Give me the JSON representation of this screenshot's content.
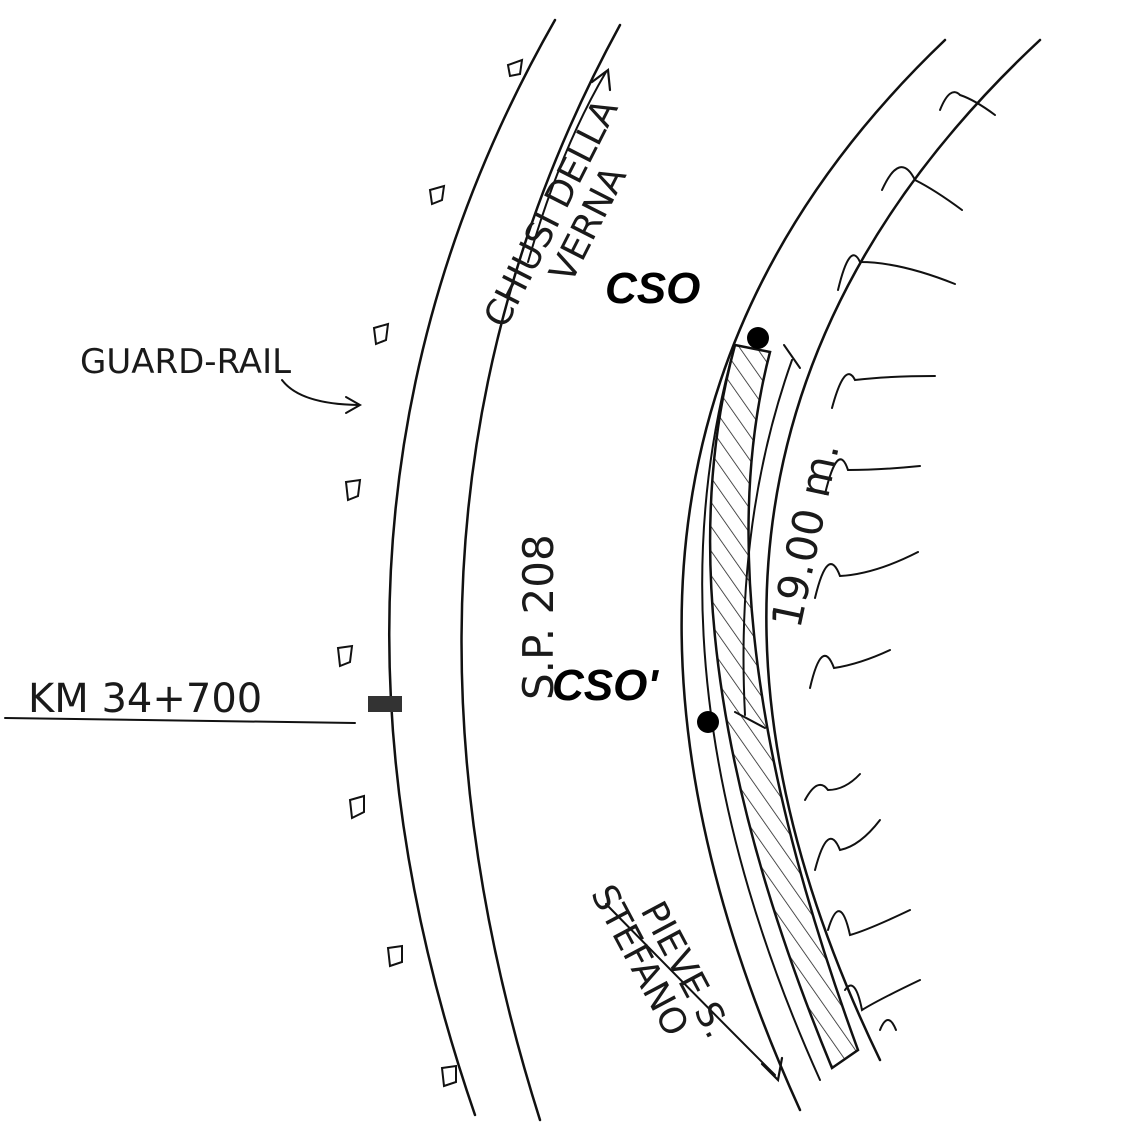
{
  "labels": {
    "guard_rail": "GUARD-RAIL",
    "km": "KM 34+700",
    "direction_north_line1": "CHIUSI DELLA",
    "direction_north_line2": "VERNA",
    "road": "S.P. 208",
    "cso_top": "CSO",
    "cso_bottom": "CSO'",
    "distance": "19.00 m.",
    "direction_south_line1": "PIEVE S.",
    "direction_south_line2": "STEFANO"
  },
  "colors": {
    "ink": "#111111",
    "paper": "#ffffff",
    "marker": "#000000"
  }
}
